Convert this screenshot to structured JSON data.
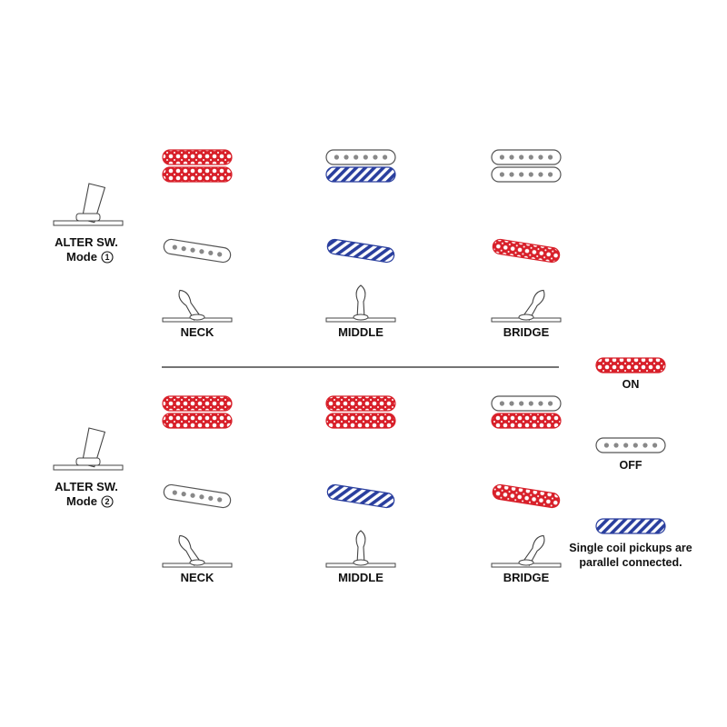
{
  "colors": {
    "on": "#d8202a",
    "parallel": "#2a3f9e",
    "outline": "#555555",
    "ink": "#111111"
  },
  "positions": [
    "NECK",
    "MIDDLE",
    "BRIDGE"
  ],
  "modes": [
    {
      "switch_label": "ALTER SW.",
      "mode_label": "Mode",
      "mode_number": "1",
      "columns": [
        {
          "position": "NECK",
          "humbucker": [
            "on",
            "on"
          ],
          "single": "off",
          "toggle": "left"
        },
        {
          "position": "MIDDLE",
          "humbucker": [
            "off",
            "parallel"
          ],
          "single": "parallel",
          "toggle": "center"
        },
        {
          "position": "BRIDGE",
          "humbucker": [
            "off",
            "off"
          ],
          "single": "on",
          "toggle": "right"
        }
      ]
    },
    {
      "switch_label": "ALTER SW.",
      "mode_label": "Mode",
      "mode_number": "2",
      "columns": [
        {
          "position": "NECK",
          "humbucker": [
            "on",
            "on"
          ],
          "single": "off",
          "toggle": "left"
        },
        {
          "position": "MIDDLE",
          "humbucker": [
            "on",
            "on"
          ],
          "single": "parallel",
          "toggle": "center"
        },
        {
          "position": "BRIDGE",
          "humbucker": [
            "off",
            "on"
          ],
          "single": "on",
          "toggle": "right"
        }
      ]
    }
  ],
  "legend": [
    {
      "state": "on",
      "lines": [
        "ON"
      ]
    },
    {
      "state": "off",
      "lines": [
        "OFF"
      ]
    },
    {
      "state": "parallel",
      "lines": [
        "Single coil pickups are",
        "parallel connected."
      ]
    }
  ]
}
